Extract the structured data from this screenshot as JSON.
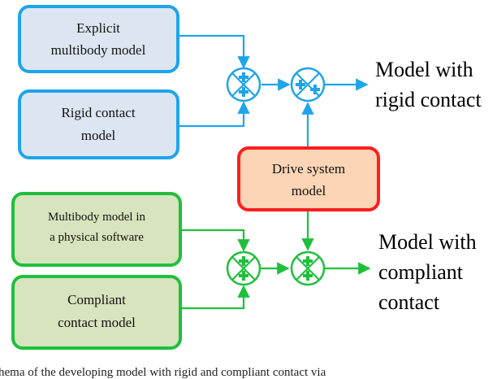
{
  "boxes": {
    "explicit_multibody": {
      "lines": [
        "Explicit",
        "multibody model"
      ],
      "fill": "#dce6f2",
      "stroke": "#1fa4ea"
    },
    "rigid_contact": {
      "lines": [
        "Rigid contact",
        "model"
      ],
      "fill": "#dce6f2",
      "stroke": "#1fa4ea"
    },
    "drive_system": {
      "lines": [
        "Drive system",
        "model"
      ],
      "fill": "#fbd5b5",
      "stroke": "#ff1e1e"
    },
    "multibody_physical": {
      "lines": [
        "Multibody model in",
        "a physical software"
      ],
      "fill": "#d7e4bd",
      "stroke": "#1fbf3c"
    },
    "compliant_contact": {
      "lines": [
        "Compliant",
        "contact model"
      ],
      "fill": "#d7e4bd",
      "stroke": "#1fbf3c"
    }
  },
  "outputs": {
    "rigid": {
      "lines": [
        "Model with",
        "rigid contact"
      ]
    },
    "compliant": {
      "lines": [
        "Model with",
        "compliant",
        "contact"
      ]
    }
  },
  "caption_fragments": [
    "hema of the developing model with rigid and compliant contact via"
  ],
  "colors": {
    "blue": "#1fa4ea",
    "green": "#1fbf3c",
    "red": "#ff1e1e"
  },
  "icons": {
    "junction": "plus-cross-junction-icon"
  }
}
